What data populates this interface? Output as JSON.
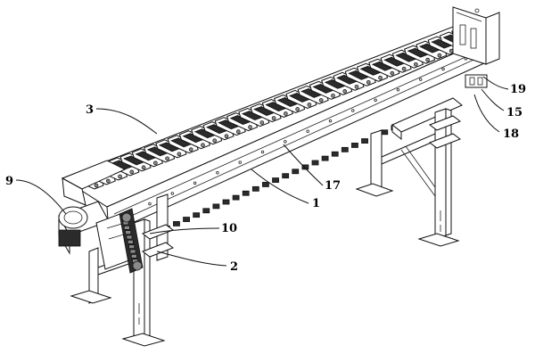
{
  "callouts": [
    {
      "id": "c3",
      "label": "3"
    },
    {
      "id": "c9",
      "label": "9"
    },
    {
      "id": "c10",
      "label": "10"
    },
    {
      "id": "c2",
      "label": "2"
    },
    {
      "id": "c17",
      "label": "17"
    },
    {
      "id": "c1",
      "label": "1"
    },
    {
      "id": "c19",
      "label": "19"
    },
    {
      "id": "c15",
      "label": "15"
    },
    {
      "id": "c18",
      "label": "18"
    }
  ]
}
